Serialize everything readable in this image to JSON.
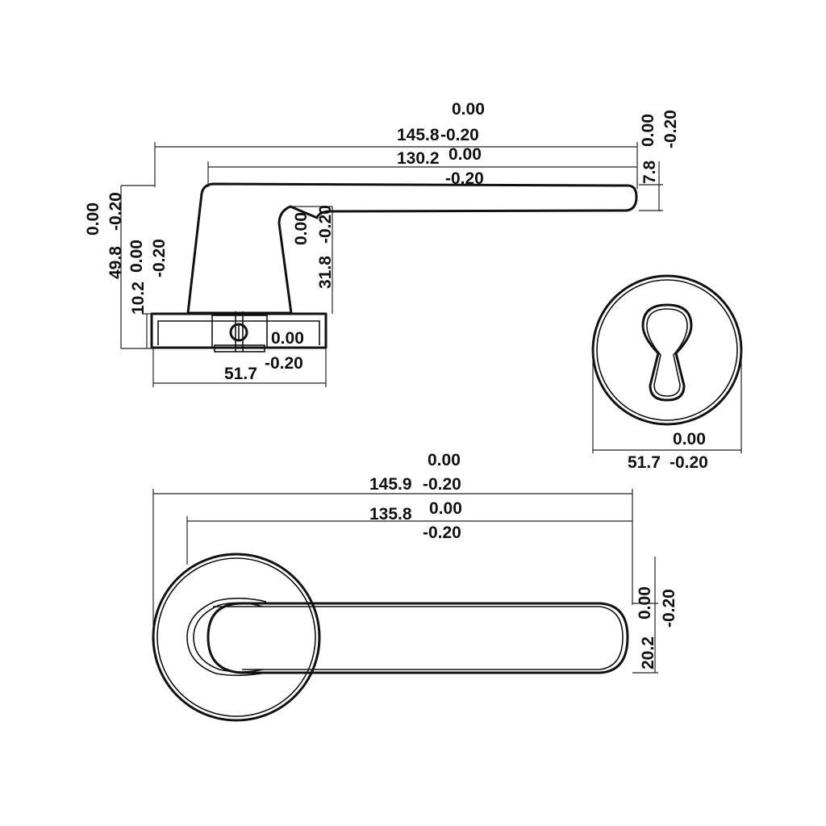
{
  "dimensions": {
    "top_overall": {
      "value": "145.8",
      "tol_upper": "0.00",
      "tol_lower": "-0.20"
    },
    "top_lever": {
      "value": "130.2",
      "tol_upper": "0.00",
      "tol_lower": "-0.20"
    },
    "top_lever_thickness": {
      "value": "7.8",
      "tol_upper": "0.00",
      "tol_lower": "-0.20"
    },
    "top_height": {
      "value": "49.8",
      "tol_upper": "0.00",
      "tol_lower": "-0.20"
    },
    "top_base_height": {
      "value": "10.2",
      "tol_upper": "0.00",
      "tol_lower": "-0.20"
    },
    "top_neck_height": {
      "value": "31.8",
      "tol_upper": "0.00",
      "tol_lower": "-0.20"
    },
    "top_base_width": {
      "value": "51.7",
      "tol_upper": "0.00",
      "tol_lower": "-0.20"
    },
    "escutcheon_diameter": {
      "value": "51.7",
      "tol_upper": "0.00",
      "tol_lower": "-0.20"
    },
    "front_overall": {
      "value": "145.9",
      "tol_upper": "0.00",
      "tol_lower": "-0.20"
    },
    "front_lever": {
      "value": "135.8",
      "tol_upper": "0.00",
      "tol_lower": "-0.20"
    },
    "front_lever_width": {
      "value": "20.2",
      "tol_upper": "0.00",
      "tol_lower": "-0.20"
    }
  }
}
